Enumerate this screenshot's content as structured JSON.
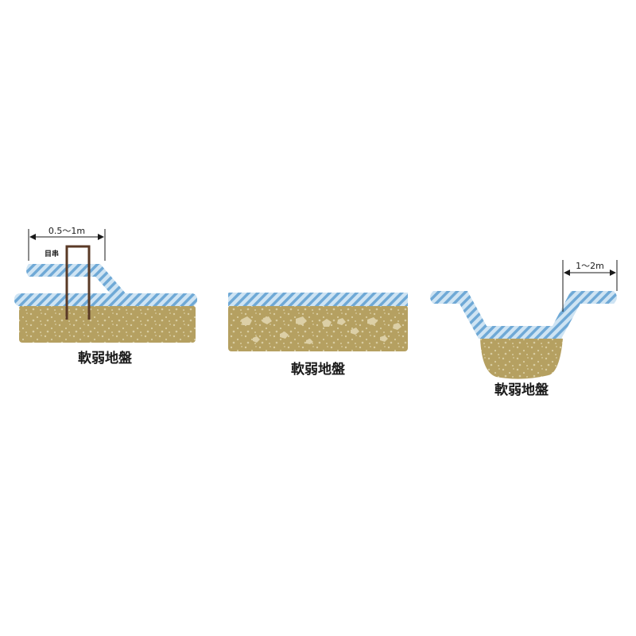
{
  "colors": {
    "soil": "#b5a061",
    "soil_dot": "#d8cca0",
    "stone": "#dccfa6",
    "stripe_light": "#cfe4f3",
    "stripe_dark": "#6fa9d6",
    "stake": "#5a3a26",
    "line": "#1a1a1a"
  },
  "panels": [
    {
      "caption": "軟弱地盤",
      "dimension": "0.5～1m",
      "stake_label": "目串"
    },
    {
      "caption": "軟弱地盤"
    },
    {
      "caption": "軟弱地盤",
      "dimension": "1～2m"
    }
  ]
}
